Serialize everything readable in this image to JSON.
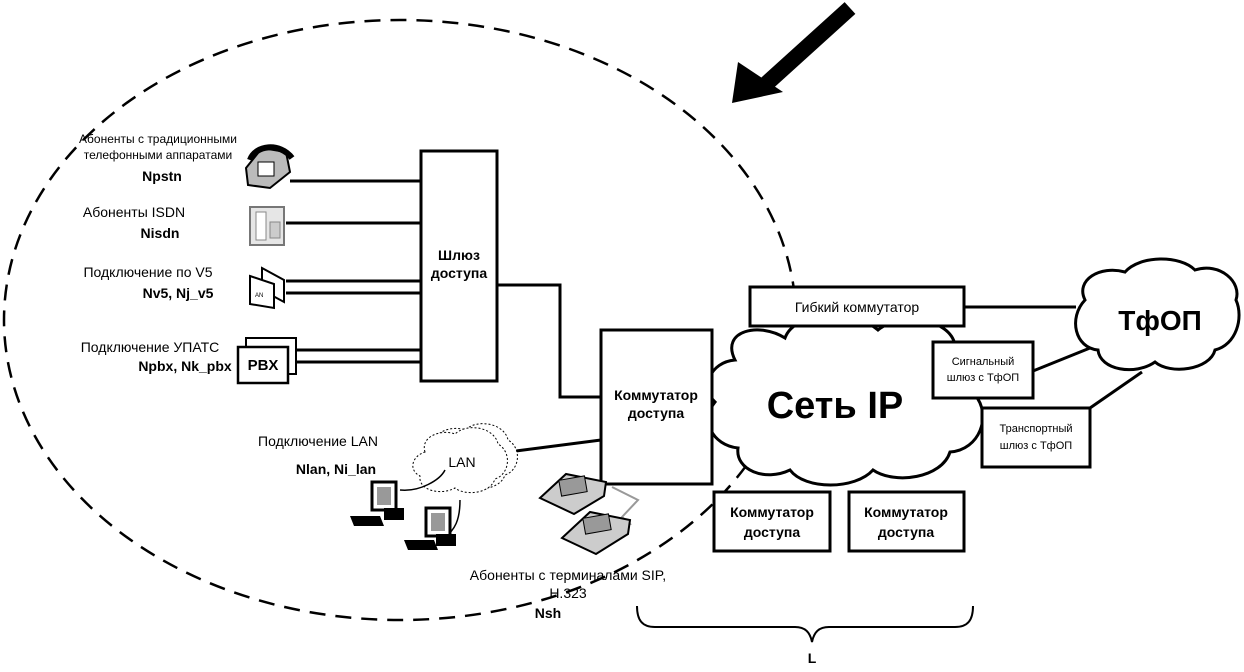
{
  "subscribers": {
    "pstn": {
      "line1": "Абоненты с традиционными",
      "line2": "телефонными аппаратами",
      "code": "Npstn"
    },
    "isdn": {
      "title": "Абоненты ISDN",
      "code": "Nisdn"
    },
    "v5": {
      "title": "Подключение по V5",
      "code": "Nv5, Nj_v5",
      "an_label": "AN"
    },
    "pbx": {
      "title": "Подключение УПАТС",
      "code": "Npbx, Nk_pbx",
      "pbx_label": "PBX"
    },
    "lan": {
      "title": "Подключение LAN",
      "code": "Nlan, Ni_lan",
      "cloud_label": "LAN"
    },
    "sip": {
      "line1": "Абоненты с терминалами SIP,",
      "line2": "H.323",
      "code": "Nsh"
    }
  },
  "access_gateway": {
    "line1": "Шлюз",
    "line2": "доступа"
  },
  "access_switch_main": {
    "line1": "Коммутатор",
    "line2": "доступа"
  },
  "access_switch_2": {
    "line1": "Коммутатор",
    "line2": "доступа"
  },
  "access_switch_3": {
    "line1": "Коммутатор",
    "line2": "доступа"
  },
  "softswitch": {
    "label": "Гибкий коммутатор"
  },
  "ip_network": {
    "label": "Сеть IP"
  },
  "pstn_cloud": {
    "label": "ТфОП"
  },
  "signaling_gateway": {
    "line1": "Сигнальный",
    "line2": "шлюз с ТфОП"
  },
  "transport_gateway": {
    "line1": "Транспортный",
    "line2": "шлюз с ТфОП"
  },
  "bracket": {
    "label": "L"
  },
  "icons": [
    "telephone-icon",
    "isdn-terminal-icon",
    "access-node-icon",
    "pbx-icon",
    "computer-icon",
    "ip-phone-icon",
    "arrow-icon"
  ]
}
